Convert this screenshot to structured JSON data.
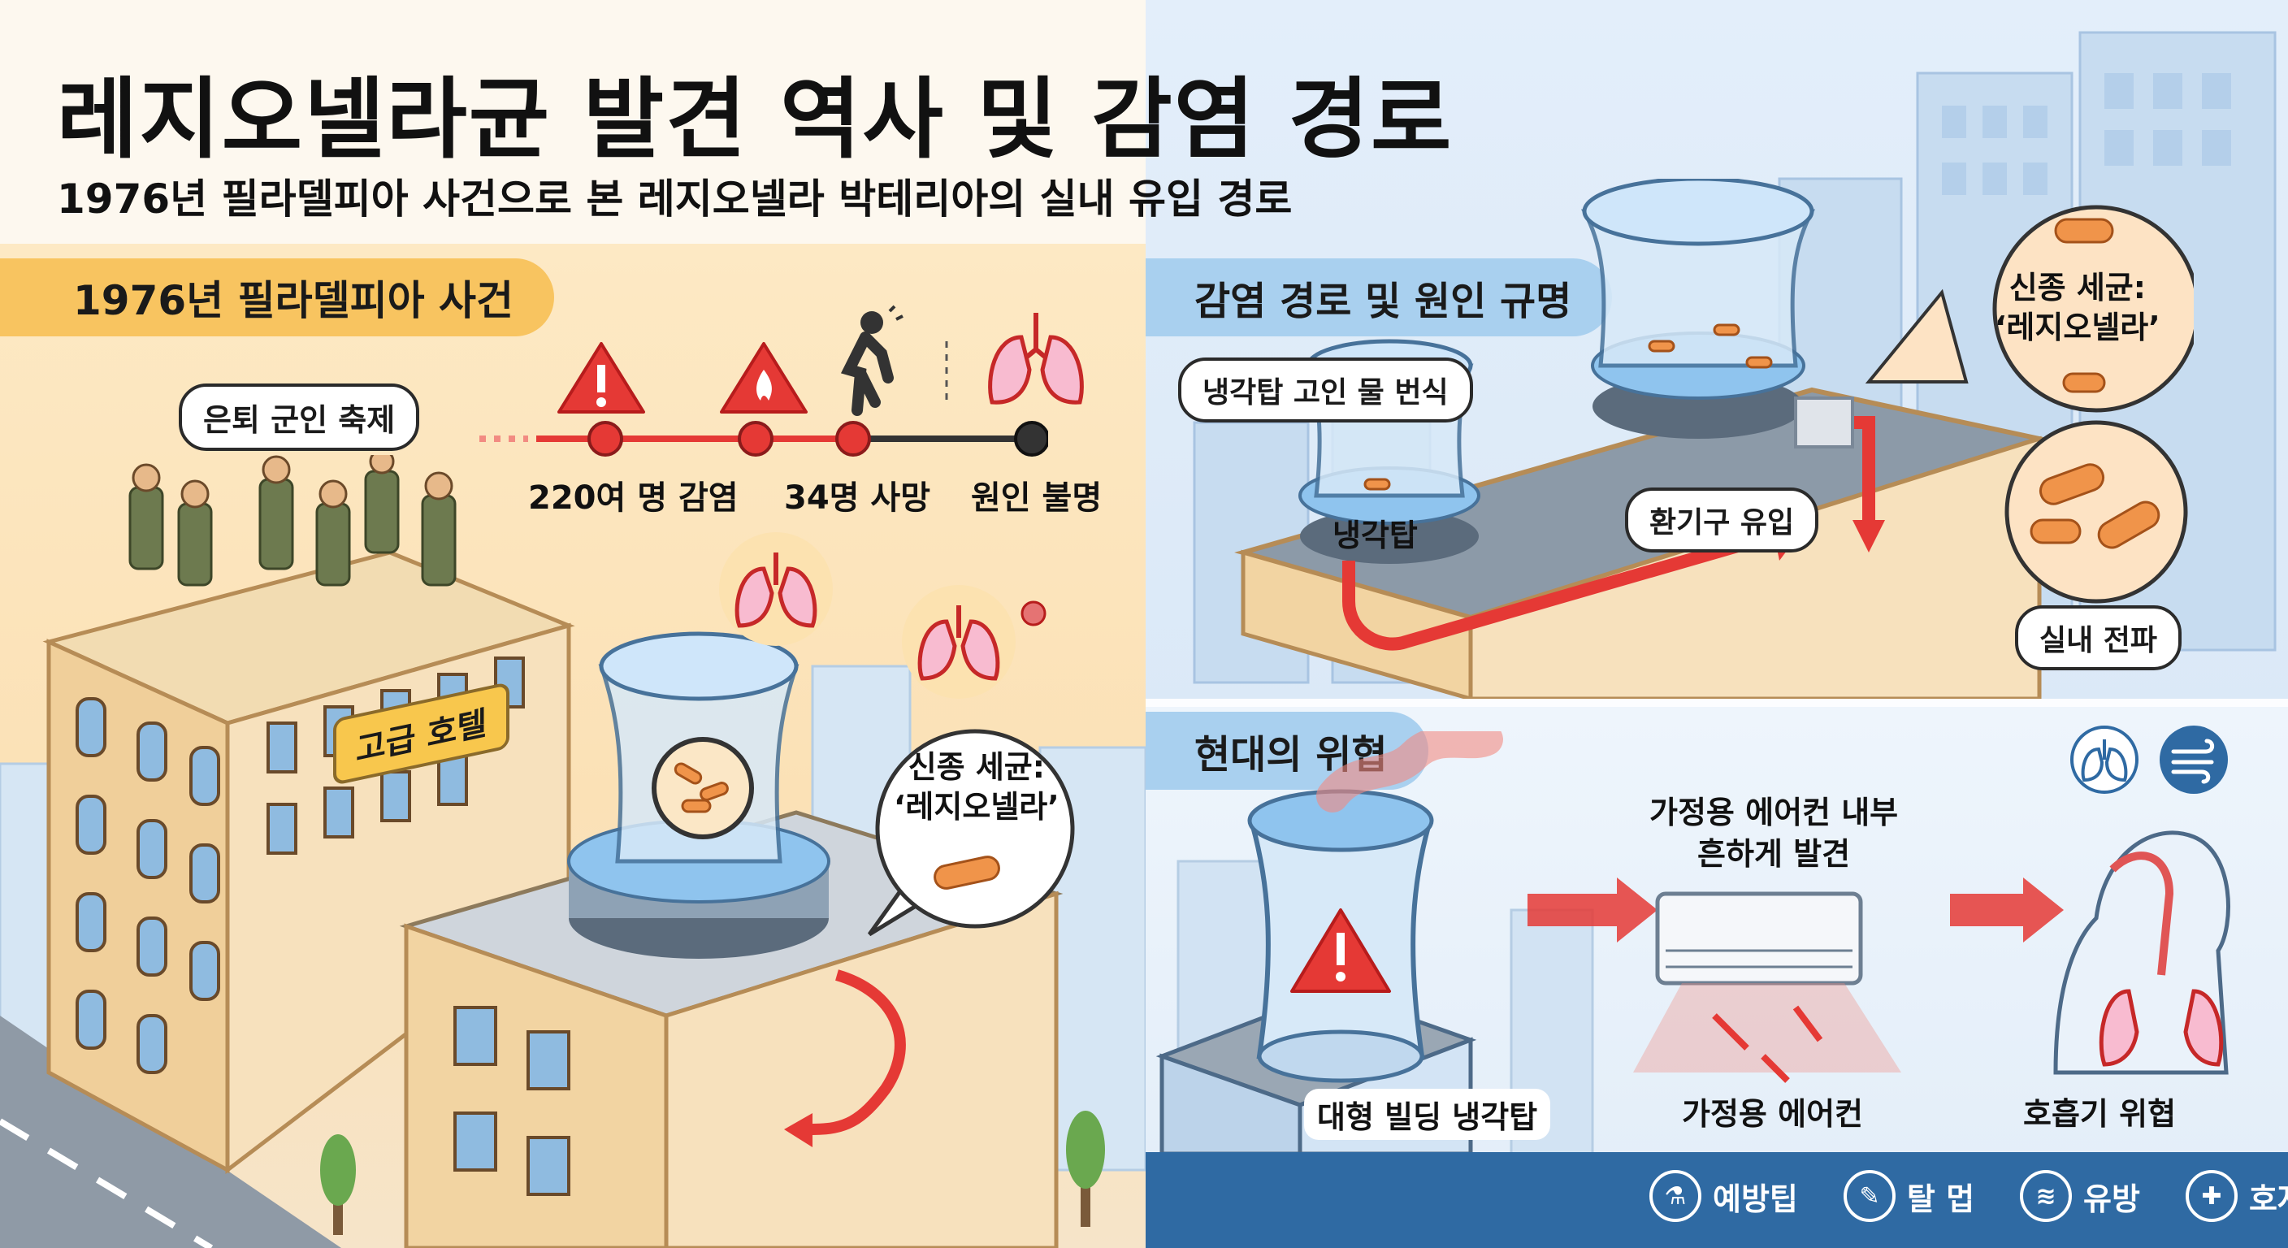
{
  "header": {
    "title": "레지오넬라균 발견 역사 및 감염 경로",
    "subtitle": "1976년 필라델피아 사건으로 본 레지오넬라 박테리아의 실내 유입 경로"
  },
  "left_section": {
    "title": "1976년 필라델피아 사건",
    "festival_label": "은퇴 군인 축제",
    "hotel_sign": "고급 호텔",
    "timeline": {
      "infected": "220여 명 감염",
      "deaths": "34명 사망",
      "cause": "원인 불명"
    },
    "new_bacteria_label": "신종 세균:\n‘레지오넬라’"
  },
  "right_top_section": {
    "title": "감염 경로 및 원인 규명",
    "cooling_water_label": "냉각탑 고인 물 번식",
    "cooling_tower_label": "냉각탑",
    "vent_label": "환기구 유입",
    "new_bacteria_label": "신종 세균:\n‘레지오넬라’",
    "indoor_label": "실내 전파"
  },
  "right_bottom_section": {
    "title": "현대의 위협",
    "ac_found_label": "가정용 에어컨 내부\n흔하게 발견",
    "building_tower_label": "대형 빌딩 냉각탑",
    "home_ac_label": "가정용 에어컨",
    "respiratory_label": "호흡기 위협"
  },
  "footer": {
    "items": [
      {
        "label": "예방팁",
        "icon": "flask-icon"
      },
      {
        "label": "탈 멉",
        "icon": "brush-icon"
      },
      {
        "label": "유방",
        "icon": "wind-icon"
      },
      {
        "label": "호자",
        "icon": "care-icon"
      }
    ]
  },
  "colors": {
    "accent_red": "#e53935",
    "section_yellow": "#f8c460",
    "section_blue": "#a9d0ef",
    "footer_blue": "#2f6aa3"
  }
}
